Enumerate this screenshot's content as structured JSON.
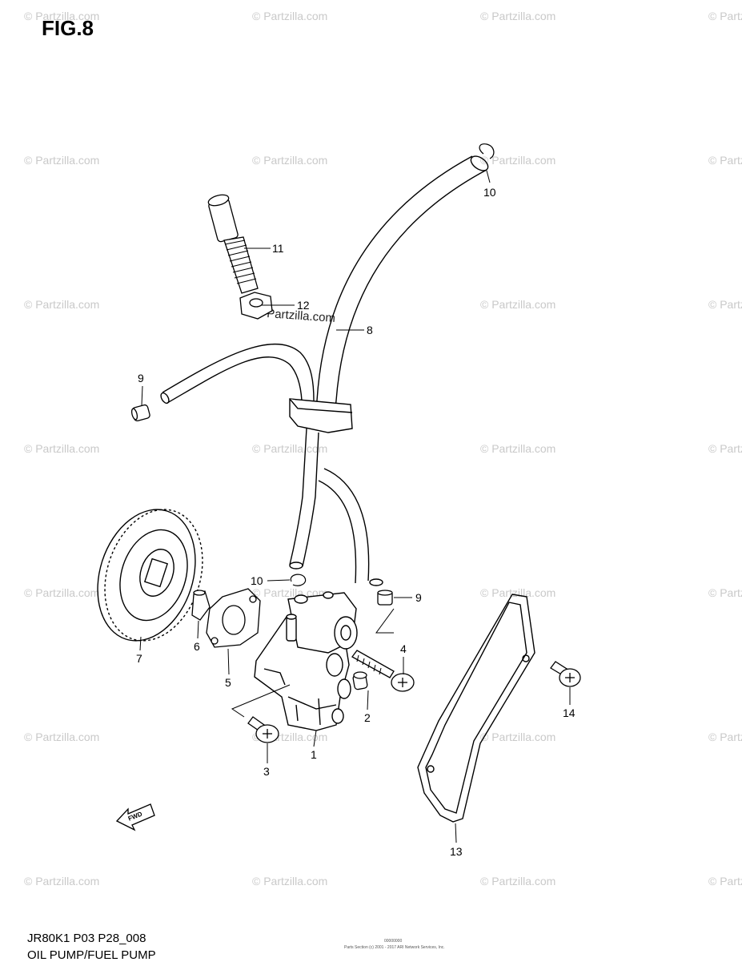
{
  "figure": {
    "title": "FIG.8",
    "footer_code": "JR80K1 P03 P28_008",
    "footer_name": "OIL PUMP/FUEL PUMP",
    "fine_print_1": "Parts Section (c) 2001 - 2017 ARI Network Services, Inc.",
    "fine_print_2": "00000000"
  },
  "watermark": {
    "text": "© Partzilla.com",
    "center_text": "Partzilla.com",
    "color": "#c9c9c9"
  },
  "fwd_arrow": {
    "text": "FWD"
  },
  "callouts": {
    "c1": "1",
    "c2": "2",
    "c3": "3",
    "c4": "4",
    "c5": "5",
    "c6": "6",
    "c7": "7",
    "c8": "8",
    "c9a": "9",
    "c9b": "9",
    "c10a": "10",
    "c10b": "10",
    "c11": "11",
    "c12": "12",
    "c13": "13",
    "c14": "14"
  }
}
